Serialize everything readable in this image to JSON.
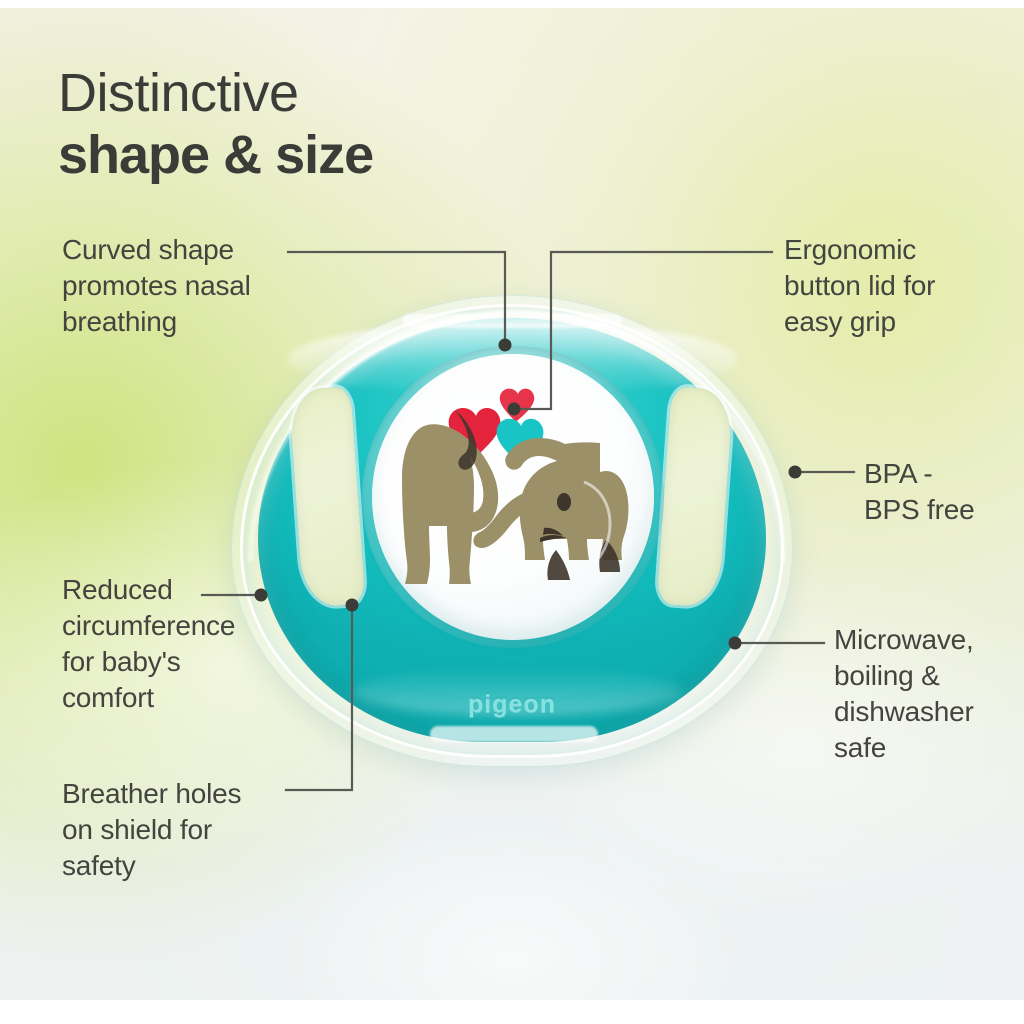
{
  "headline": {
    "line1": "Distinctive",
    "line2": "shape & size"
  },
  "callouts": [
    {
      "id": "curved",
      "text": "Curved shape\npromotes nasal\nbreathing",
      "side": "left"
    },
    {
      "id": "ergonomic",
      "text": "Ergonomic\nbutton lid for\neasy grip",
      "side": "right"
    },
    {
      "id": "bpa",
      "text": "BPA -\nBPS free",
      "side": "right"
    },
    {
      "id": "reduced",
      "text": "Reduced\ncircumference\nfor baby's\ncomfort",
      "side": "left"
    },
    {
      "id": "microwave",
      "text": "Microwave,\nboiling &\ndishwasher\nsafe",
      "side": "right"
    },
    {
      "id": "breather",
      "text": "Breather holes\non shield for\nsafety",
      "side": "left"
    }
  ],
  "product": {
    "brand_text": "pigeon",
    "artwork": "two-elephants-with-hearts",
    "hearts": [
      {
        "name": "heart-small-red",
        "color": "#e8344a"
      },
      {
        "name": "heart-large-red",
        "color": "#e4243c"
      },
      {
        "name": "heart-teal",
        "color": "#19c4c6"
      }
    ],
    "elephants": [
      {
        "name": "elephant-large-left",
        "color": "#9c9069"
      },
      {
        "name": "elephant-small-right",
        "color": "#9c9069"
      }
    ]
  },
  "colors": {
    "shield_teal": "#18c0c0",
    "shield_teal_dark": "#0fb0b2",
    "elephant_khaki": "#9c9069",
    "elephant_dark": "#3e352b",
    "heart_red": "#e4243c",
    "heart_teal": "#19c4c6",
    "text_dark": "#44443f",
    "headline_dark": "#3b3b38",
    "connector_line": "#5a5a55",
    "breather_hole": "#e8efc4",
    "background_cream": "#f3f1e7",
    "background_green": "#d6e78c"
  }
}
